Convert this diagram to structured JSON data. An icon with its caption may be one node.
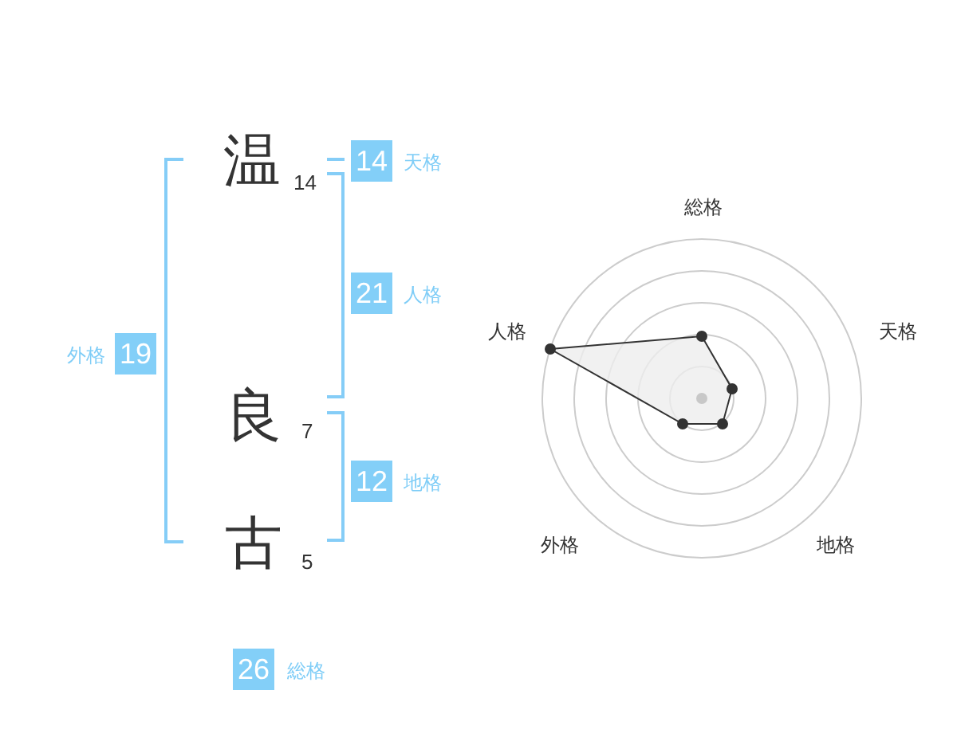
{
  "diagram": {
    "nodes": [
      {
        "text": [
          "14"
        ],
        "beside": [
          "天格"
        ]
      },
      {
        "text": [
          "21"
        ],
        "beside": [
          "人格"
        ]
      },
      {
        "text": [
          "19"
        ],
        "beside": [
          "外格"
        ]
      },
      {
        "text": [
          "12"
        ],
        "beside": [
          "地格"
        ]
      },
      {
        "text": [
          "26"
        ],
        "beside": [
          "総格"
        ]
      }
    ],
    "labels": [
      "温",
      "14",
      "良",
      "7",
      "古",
      "5",
      "総格",
      "人格",
      "天格",
      "外格",
      "地格"
    ]
  }
}
